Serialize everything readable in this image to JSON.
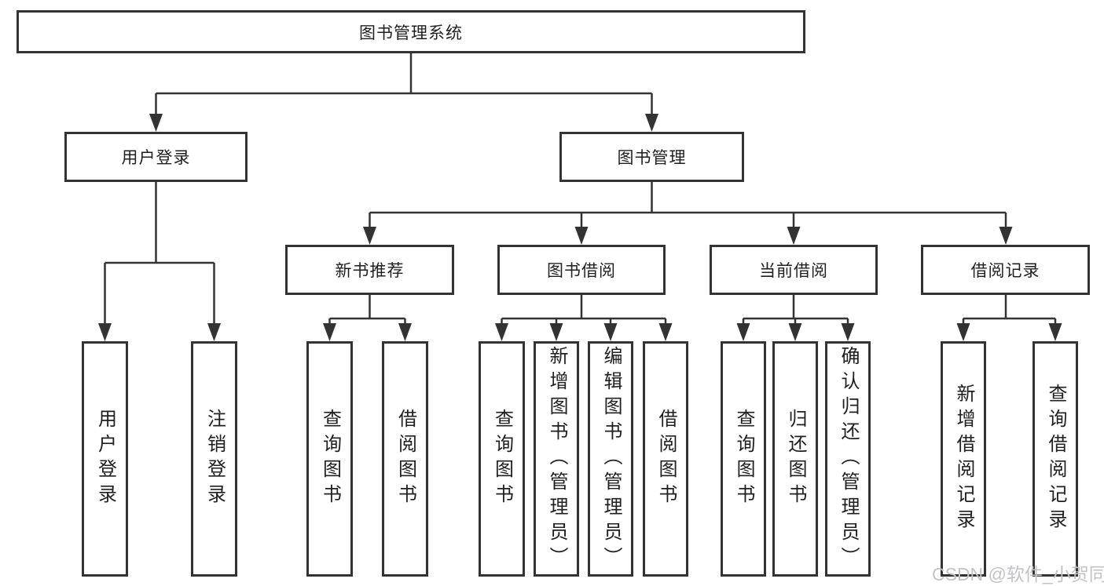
{
  "diagram": {
    "title": "图书管理系统",
    "root": {
      "label": "图书管理系统"
    },
    "level2": {
      "user_login": {
        "label": "用户登录"
      },
      "book_mgmt": {
        "label": "图书管理"
      }
    },
    "level3": {
      "new_book_rec": {
        "label": "新书推荐"
      },
      "book_borrow": {
        "label": "图书借阅"
      },
      "current_borrow": {
        "label": "当前借阅"
      },
      "borrow_records": {
        "label": "借阅记录"
      }
    },
    "leaves": {
      "user_login_action": {
        "label": "用户登录"
      },
      "logout_action": {
        "label": "注销登录"
      },
      "rec_query_books": {
        "label": "查询图书"
      },
      "rec_borrow_books": {
        "label": "借阅图书"
      },
      "borrow_query_books": {
        "label": "查询图书"
      },
      "borrow_add_books": {
        "label": "新增图书（管理员）"
      },
      "borrow_edit_books": {
        "label": "编辑图书（管理员）"
      },
      "borrow_borrow_books": {
        "label": "借阅图书"
      },
      "current_query_books": {
        "label": "查询图书"
      },
      "current_return_books": {
        "label": "归还图书"
      },
      "current_confirm_return": {
        "label": "确认归还（管理员）"
      },
      "records_add_record": {
        "label": "新增借阅记录"
      },
      "records_query_record": {
        "label": "查询借阅记录"
      }
    }
  },
  "watermark": {
    "text": "CSDN @软件_小贺同学"
  },
  "colors": {
    "line": "#333333",
    "text": "#1f1f1f",
    "watermark": "#c3c3c7",
    "background": "#ffffff"
  }
}
